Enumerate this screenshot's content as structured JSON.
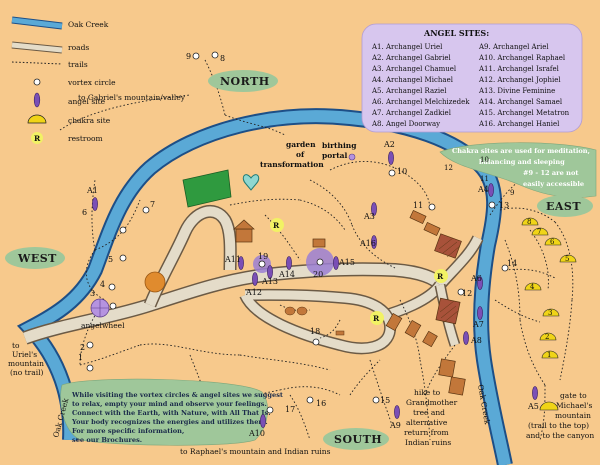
{
  "legend": {
    "creek": "Oak Creek",
    "roads": "roads",
    "trails": "trails",
    "vortex": "vortex circle",
    "angel": "angel site",
    "chakra": "chakra site",
    "restroom": "restroom",
    "restroom_letter": "R"
  },
  "angel_sites": {
    "title": "ANGEL SITES:",
    "left": [
      "A1. Archangel Uriel",
      "A2. Archangel Gabriel",
      "A3. Archangel Chamuel",
      "A4. Archangel Michael",
      "A5. Archangel Raziel",
      "A6. Archangel Melchizedek",
      "A7. Archangel Zadkiel",
      "A8. Angel Doorway"
    ],
    "right": [
      "A9. Archangel Ariel",
      "A10. Archangel Raphael",
      "A11. Archangel Israfel",
      "A12. Archangel Jophiel",
      "A13. Divine Feminine",
      "A14. Archangel Samael",
      "A15. Archangel Metatron",
      "A16. Archangel Haniel"
    ]
  },
  "chakra_note": [
    "Chakra sites are used for meditation,",
    "balancing and sleeping",
    "#9 - 12 are not",
    "easily accessible"
  ],
  "info_note": [
    "While visiting the vortex circles & angel sites we suggest",
    "to relax, empty your mind and observe your feelings.",
    "Connect with the Earth, with Nature, with All That Is.",
    "Your body recognizes the energies and utilizes them.",
    "For more specific information,",
    "see our Brochures."
  ],
  "directions": {
    "north": "NORTH",
    "south": "SOUTH",
    "east": "EAST",
    "west": "WEST"
  },
  "labels": {
    "gabriel": "to Gabriel's mountain/valley",
    "garden": [
      "garden",
      "of",
      "transformation"
    ],
    "birthing": [
      "birthing",
      "portal"
    ],
    "angelwheel": "angelwheel",
    "uriel": [
      "to",
      "Uriel's",
      "mountain",
      "(no trail)"
    ],
    "oak_creek_left": "Oak Creek",
    "oak_creek_right": "Oak Creek",
    "raphael": "to Raphael's mountain and Indian ruins",
    "grandmother": [
      "hike to",
      "Grandmother",
      "tree and",
      "alternative",
      "return from",
      "Indian ruins"
    ],
    "michael": [
      "gate to",
      "Michael's",
      "mountain",
      "(trail to the top)",
      "and to the canyon"
    ]
  },
  "vortex_numbers": [
    "1",
    "2",
    "3",
    "4",
    "5",
    "6",
    "7",
    "8",
    "9",
    "10",
    "11",
    "12",
    "13",
    "14",
    "15",
    "16",
    "17",
    "18",
    "19",
    "20"
  ],
  "angel_labels": [
    "A1",
    "A2",
    "A3",
    "A4",
    "A5",
    "A6",
    "A7",
    "A8",
    "A9",
    "A10",
    "A11",
    "A12",
    "A13",
    "A14",
    "A15",
    "A16"
  ],
  "chakra_numbers": [
    "1",
    "2",
    "3",
    "4",
    "5",
    "6",
    "7",
    "8",
    "9",
    "10",
    "11",
    "12"
  ],
  "colors": {
    "background": "#f7c98c",
    "creek": "#5aa9d6",
    "road": "#e4dcc9",
    "angel": "#7a4fb5",
    "chakra": "#f0d417",
    "info_box": "#9fc79a",
    "angel_box": "#d7c6ee",
    "building": "#c2773a"
  }
}
